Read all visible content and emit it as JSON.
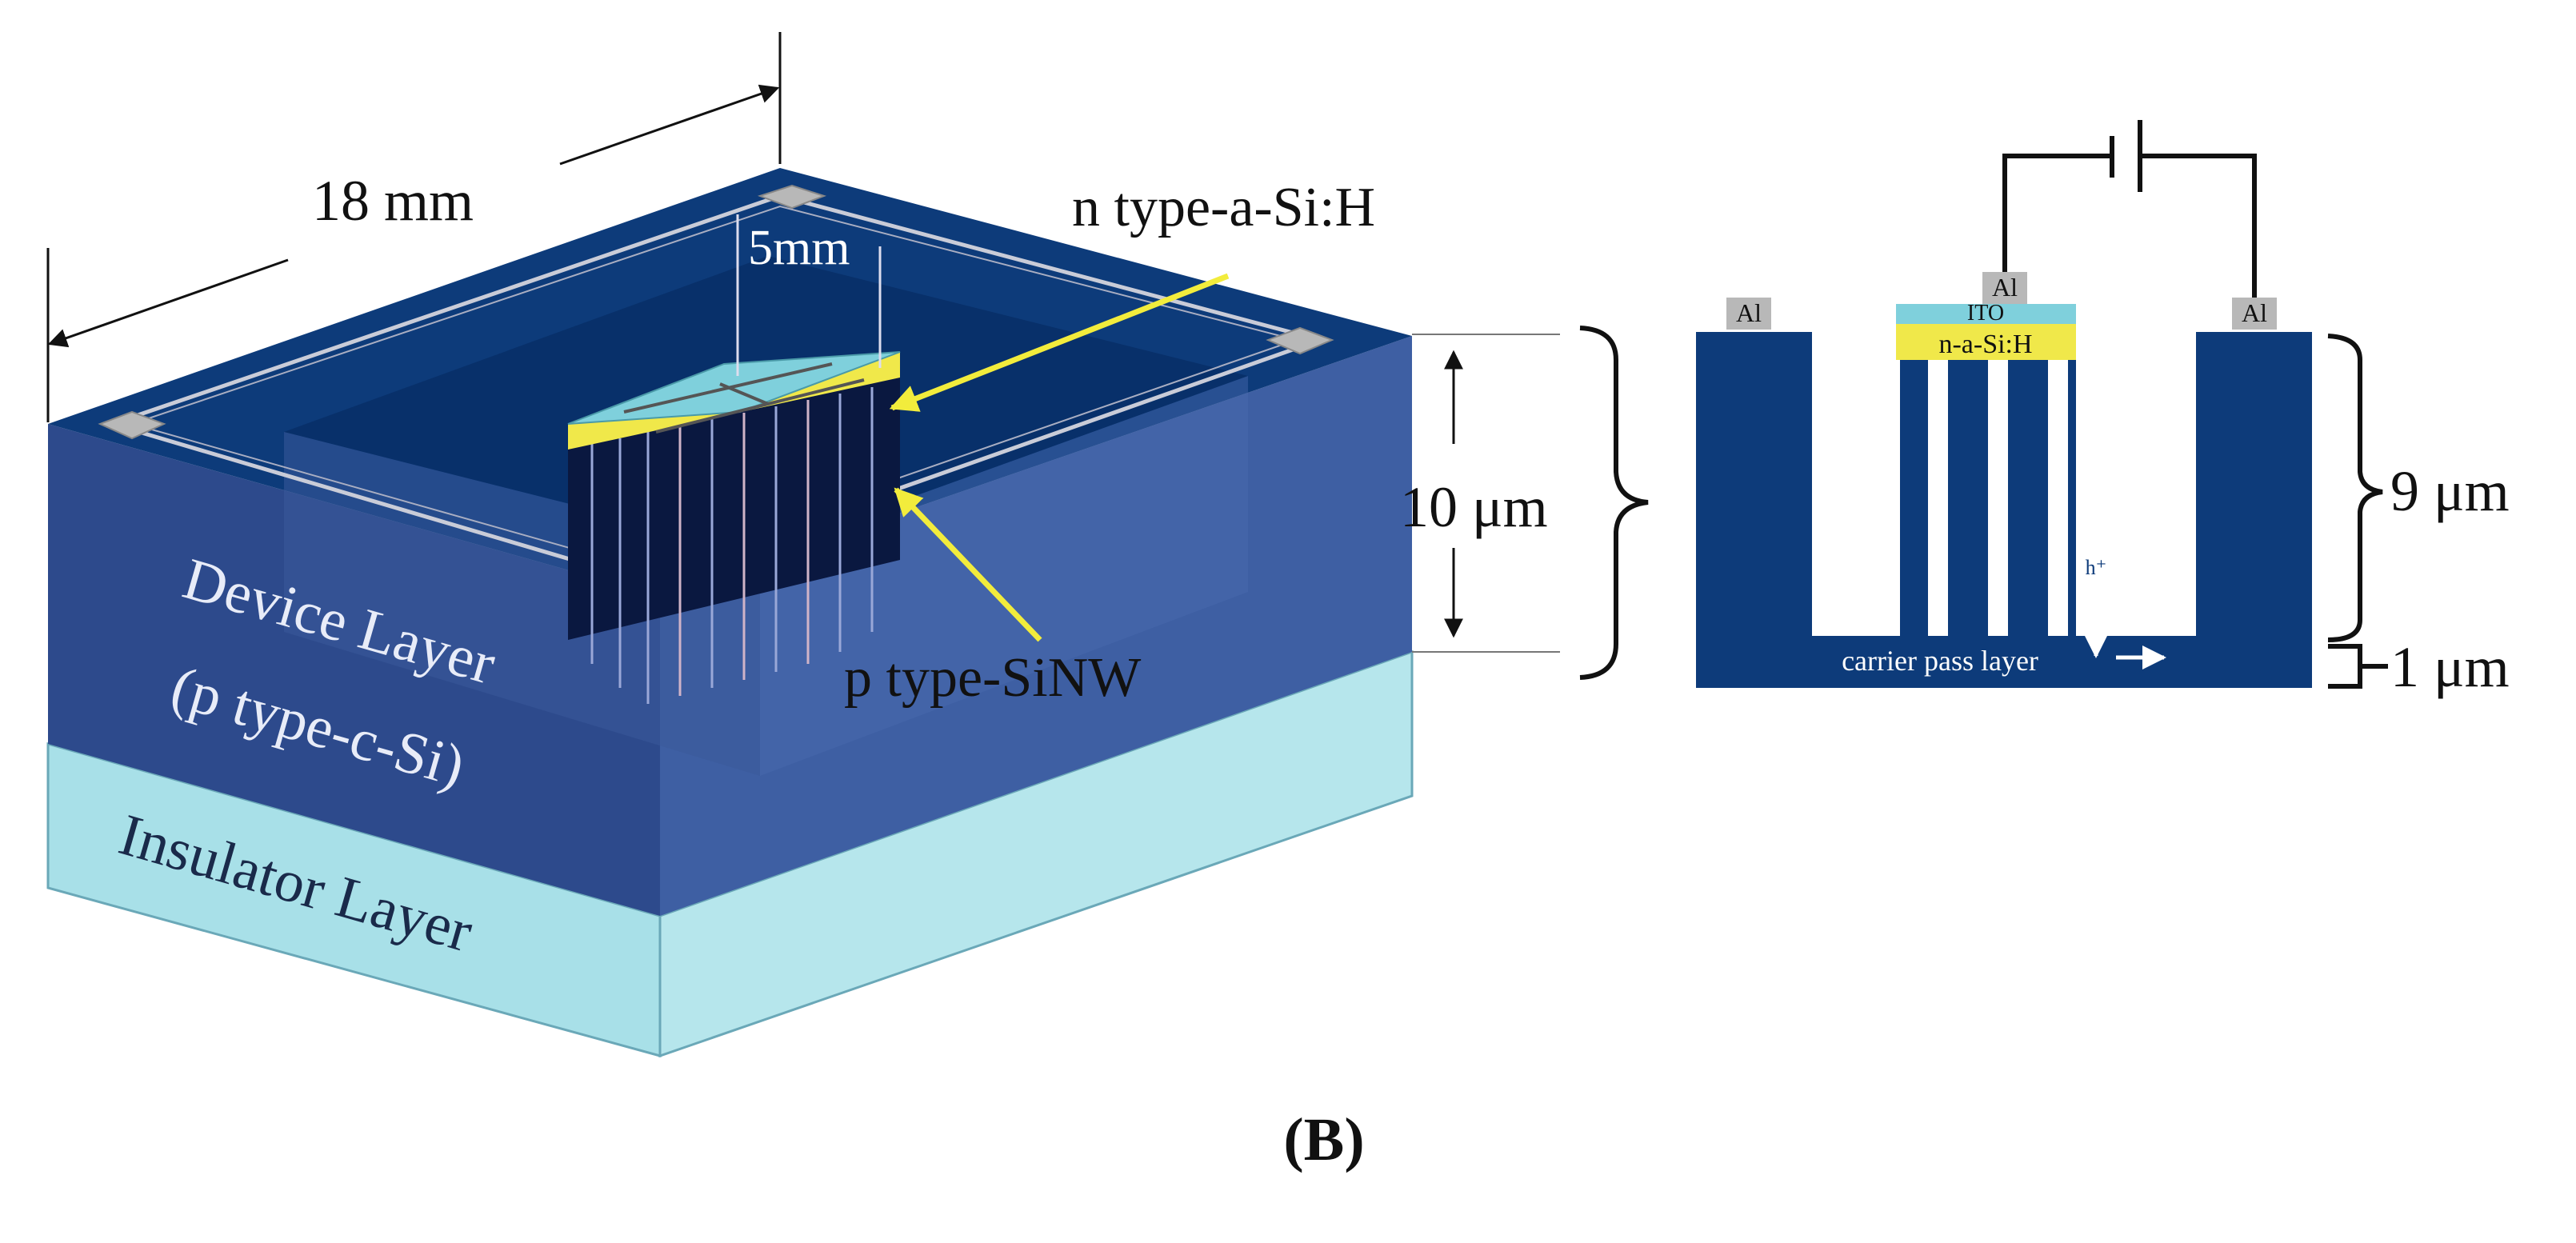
{
  "left_panel": {
    "dim_width": "18 mm",
    "dim_inner": "5mm",
    "label_n_layer": "n type-a-Si:H",
    "label_p_layer": "p type-SiNW",
    "label_device_line1": "Device Layer",
    "label_device_line2": "(p type-c-Si)",
    "label_insulator": "Insulator Layer",
    "dim_height": "10 μm"
  },
  "right_panel": {
    "label_al_left": "Al",
    "label_al_center": "Al",
    "label_al_right": "Al",
    "label_ito": "ITO",
    "label_n_a_si": "n-a-Si:H",
    "label_hole": "h⁺",
    "label_carrier": "carrier pass layer",
    "dim_9": "9 μm",
    "dim_1": "1 μm",
    "dim_10": "10 μm"
  },
  "caption": "(B)",
  "colors": {
    "device_navy": "#0d3b7a",
    "device_side": "#2d4a8c",
    "insulator": "#a8e0e8",
    "ito": "#7fd0dc",
    "n_layer": "#f0e84a",
    "annotation_arrow": "#f2ec3c",
    "al_contact": "#b8b8b8"
  }
}
